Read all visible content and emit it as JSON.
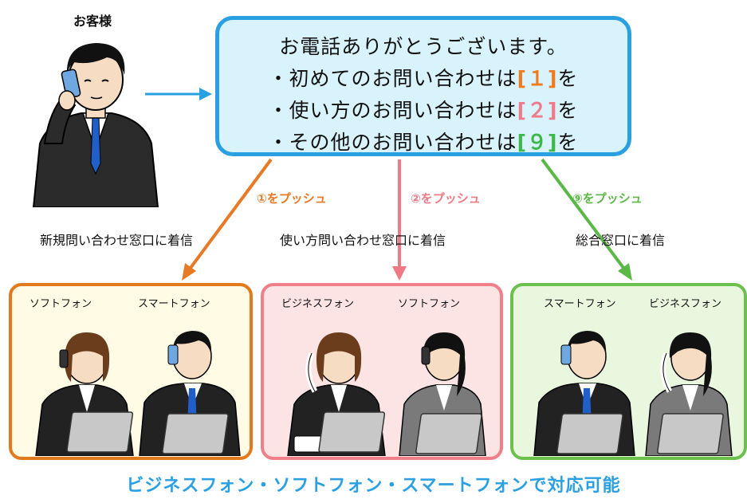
{
  "customer_label": "お客様",
  "ivr": {
    "greeting": "お電話ありがとうございます。",
    "options": [
      {
        "prefix": "・初めてのお問い合わせは",
        "key": "[１]",
        "suffix": "を"
      },
      {
        "prefix": "・使い方のお問い合わせは",
        "key": "[２]",
        "suffix": "を"
      },
      {
        "prefix": "・その他のお問い合わせは",
        "key": "[９]",
        "suffix": "を"
      }
    ]
  },
  "routes": [
    {
      "push": "①をプッシュ",
      "destination": "新規問い合わせ窓口に着信",
      "color": "#e67a26"
    },
    {
      "push": "②をプッシュ",
      "destination": "使い方問い合わせ窓口に着信",
      "color": "#ee7a86"
    },
    {
      "push": "⑨をプッシュ",
      "destination": "総合窓口に着信",
      "color": "#5bb847"
    }
  ],
  "teams": [
    {
      "bg": "#fffbe4",
      "border": "#e27a1d",
      "members": [
        "ソフトフォン",
        "スマートフォン"
      ]
    },
    {
      "bg": "#fde4e4",
      "border": "#f07f8a",
      "members": [
        "ビジネスフォン",
        "ソフトフォン"
      ]
    },
    {
      "bg": "#e9f7de",
      "border": "#6cc04e",
      "members": [
        "スマートフォン",
        "ビジネスフォン"
      ]
    }
  ],
  "tagline": "ビジネスフォン・ソフトフォン・スマートフォンで対応可能",
  "colors": {
    "blue": "#2aa0e2"
  }
}
